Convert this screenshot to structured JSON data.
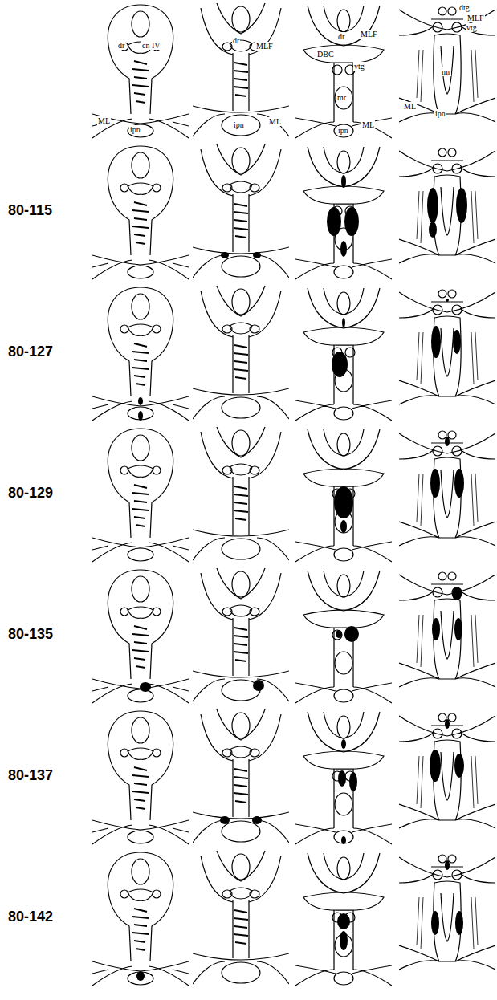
{
  "diagram": {
    "labels": [
      "dr",
      "cn IV",
      "ML",
      "ipn",
      "dr",
      "MLF",
      "ipn",
      "ML",
      "dr",
      "MLF",
      "DBC",
      "vtg",
      "mr",
      "ipn",
      "ML",
      "dtg",
      "MLF",
      "vtg",
      "mr",
      "ML",
      "ipn",
      "80-115",
      "80-127",
      "80-129",
      "80-135",
      "80-137",
      "80-142"
    ]
  }
}
